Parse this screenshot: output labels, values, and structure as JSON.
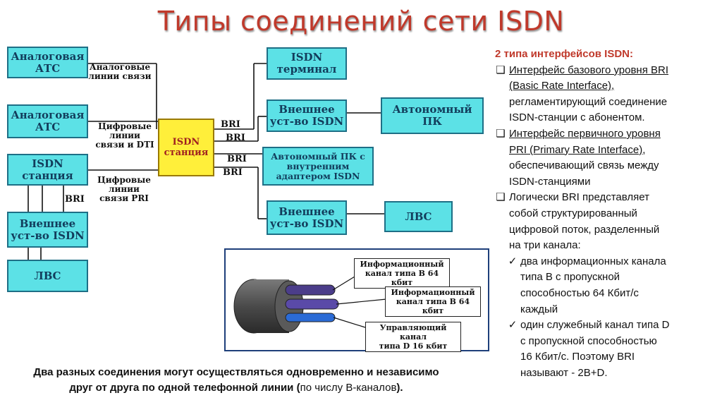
{
  "title": "Типы соединений сети ISDN",
  "diagram": {
    "boxes": {
      "analog_ats_1": "Аналоговая\nАТС",
      "analog_ats_2": "Аналоговая\nАТС",
      "isdn_station_left": "ISDN\nстанция",
      "ext_device_left": "Внешнее\nуст-во ISDN",
      "lan_left": "ЛВС",
      "isdn_station_center": "ISDN\nстанция",
      "isdn_terminal": "ISDN\nтерминал",
      "ext_device_1": "Внешнее\nуст-во ISDN",
      "autonomous_pc": "Автономный\nПК",
      "autonomous_pc_adapter": "Автономный ПК с\nвнутренним\nадаптером ISDN",
      "ext_device_2": "Внешнее\nуст-во ISDN",
      "lan_right": "ЛВС"
    },
    "labels": {
      "analog_lines": "Аналоговые\nлинии связи",
      "digital_lines_dti": "Цифровые\nлинии\nсвязи и DTI",
      "digital_lines_pri": "Цифровые\nлинии\nсвязи PRI",
      "bri_left": "BRI",
      "bri_1": "BRI",
      "bri_2": "BRI",
      "bri_3": "BRI",
      "bri_4": "BRI"
    },
    "cable": {
      "channel_b1": "Информационный\nканал типа В 64 кбит",
      "channel_b2": "Информационный\nканал типа В 64 кбит",
      "channel_d": "Управляющий канал\nтипа D 16 кбит"
    }
  },
  "right": {
    "heading": "2 типа интерфейсов  ISDN:",
    "bullet1_line1": "Интерфейс базового уровня BRI",
    "bullet1_line2": "(Basic Rate Interface),",
    "bullet1_line3": "регламентирующий соединение",
    "bullet1_line4": "ISDN-станции с абонентом.",
    "bullet2_line1": "Интерфейс первичного уровня",
    "bullet2_line2": "PRI (Primary Rate Interface),",
    "bullet2_line3": "обеспечивающий связь между",
    "bullet2_line4": "ISDN-станциями",
    "bullet3_line1": "Логически BRI представляет",
    "bullet3_line2": "собой  структурированный",
    "bullet3_line3": "цифровой поток, разделенный",
    "bullet3_line4": "на три канала:",
    "check1_line1": "два информационных канала",
    "check1_line2": "типа B с пропускной",
    "check1_line3": "способностью 64 Кбит/с",
    "check1_line4": "каждый",
    "check2_line1": "один служебный канал типа D",
    "check2_line2": "с пропускной способностью",
    "check2_line3": "16 Кбит/с. Поэтому BRI",
    "check2_line4": "называют - 2B+D."
  },
  "footer": {
    "line1": "Два разных соединения могут осуществляться одновременно и независимо",
    "line2_bold": "друг от друга по одной телефонной линии (",
    "line2_normal": "по числу B-каналов",
    "line2_end": ")."
  },
  "colors": {
    "box_fill": "#5ce1e6",
    "center_fill": "#ffef3a",
    "title": "#c0392b"
  }
}
